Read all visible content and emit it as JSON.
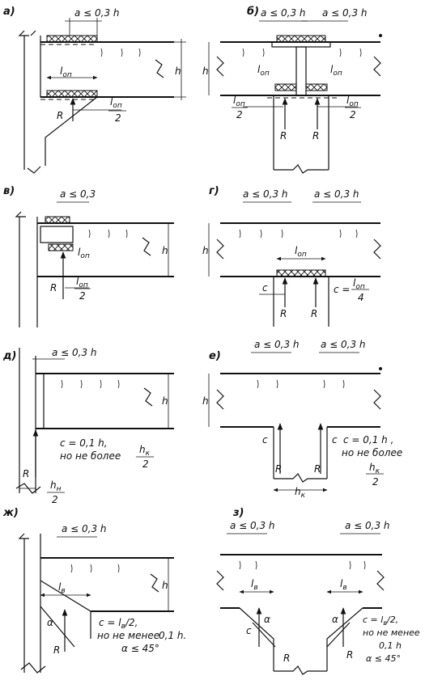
{
  "panels": {
    "a": {
      "label": "a)",
      "dim_top": "a ≤ 0,3 h",
      "h": "h",
      "l_on": "l",
      "l_on_sub": "оп",
      "half_num": "l",
      "half_sub": "оп",
      "half_den": "2",
      "R": "R"
    },
    "b": {
      "label": "б)",
      "dim_top_left": "a ≤ 0,3 h",
      "dim_top_right": "a ≤ 0,3 h",
      "h": "h",
      "l_left": "l",
      "l_left_sub": "оп",
      "l_right": "l",
      "l_right_sub": "оп",
      "half_num": "l",
      "half_sub": "оп",
      "half_den": "2",
      "R1": "R",
      "R2": "R"
    },
    "v": {
      "label": "в)",
      "dim_top": "a ≤ 0,3",
      "h": "h",
      "l_on": "l",
      "l_on_sub": "оп",
      "half_num": "l",
      "half_sub": "оп",
      "half_den": "2",
      "R": "R"
    },
    "g": {
      "label": "г)",
      "dim_top_left": "a ≤ 0,3 h",
      "dim_top_right": "a ≤ 0,3 h",
      "h": "h",
      "l_on": "l",
      "l_on_sub": "оп",
      "c": "c",
      "c_eq": "c =",
      "c_num": "l",
      "c_num_sub": "оп",
      "c_den": "4",
      "R1": "R",
      "R2": "R"
    },
    "d": {
      "label": "д)",
      "dim_top": "a ≤ 0,3 h",
      "h": "h",
      "c_line1": "c = 0,1 h,",
      "c_line2": "но не более",
      "hk_num": "h",
      "hk_sub": "к",
      "hk_den": "2",
      "hn_num": "h",
      "hn_sub": "н",
      "hn_den": "2",
      "R": "R"
    },
    "e": {
      "label": "е)",
      "dim_top_left": "a ≤ 0,3 h",
      "dim_top_right": "a ≤ 0,3 h",
      "h": "h",
      "c_left": "c",
      "c_right": "c",
      "c_line1": "c = 0,1 h ,",
      "c_line2": "но не более",
      "hk_num": "h",
      "hk_sub": "к",
      "hk_den": "2",
      "hk_bottom": "h",
      "hk_bottom_sub": "к",
      "R1": "R",
      "R2": "R"
    },
    "zh": {
      "label": "ж)",
      "dim_top": "a ≤ 0,3 h",
      "h": "h",
      "lb": "l",
      "lb_sub": "в",
      "alpha": "α",
      "R": "R",
      "c_line1": "c = l",
      "c_line1_sub": "в",
      "c_line1_end": "/2,",
      "c_line2": "но не менее",
      "c_line3": "0,1 h.",
      "c_line4": "α ≤ 45°"
    },
    "z": {
      "label": "з)",
      "dim_top_left": "a ≤ 0,3 h",
      "dim_top_right": "a ≤ 0,3 h",
      "lb_left": "l",
      "lb_left_sub": "в",
      "lb_right": "l",
      "lb_right_sub": "в",
      "c": "c",
      "alpha_left": "α",
      "alpha_right": "α",
      "R_left": "R",
      "R_right": "R",
      "c_line1": "c = l",
      "c_line1_sub": "в",
      "c_line1_end": "/2,",
      "c_line2": "но не менее",
      "c_line3": "0,1 h",
      "c_line4": "α ≤ 45°"
    }
  }
}
